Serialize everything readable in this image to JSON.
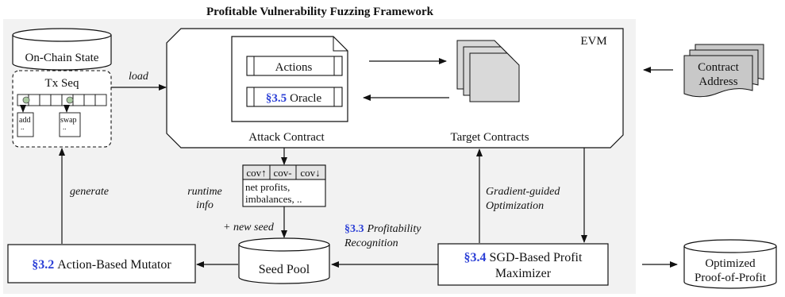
{
  "title": "Profitable Vulnerability Fuzzing Framework",
  "onchain": {
    "label": "On-Chain State"
  },
  "txseq": {
    "title": "Tx Seq",
    "item1": "add",
    "item2": "swap",
    "dots": ".."
  },
  "evm": {
    "label": "EVM",
    "actions": "Actions",
    "oracle_sec": "§3.5",
    "oracle": "Oracle",
    "attack_contract": "Attack Contract",
    "target_contracts": "Target Contracts"
  },
  "contract_address": {
    "line1": "Contract",
    "line2": "Address"
  },
  "runtime_table": {
    "headers": [
      "cov↑",
      "cov-",
      "cov↓"
    ],
    "line1": "net profits,",
    "line2": "imbalances, .."
  },
  "edges": {
    "load": "load",
    "generate": "generate",
    "runtime1": "runtime",
    "runtime2": "info",
    "new_seed": "+ new seed",
    "profit_sec": "§3.3",
    "profit1": "Profitability",
    "profit2": "Recognition",
    "gradient1": "Gradient-guided",
    "gradient2": "Optimization"
  },
  "mutator": {
    "sec": "§3.2",
    "label": "Action-Based Mutator"
  },
  "seed_pool": {
    "label": "Seed Pool"
  },
  "maximizer": {
    "sec": "§3.4",
    "line1": "SGD-Based Profit",
    "line2": "Maximizer"
  },
  "output": {
    "line1": "Optimized",
    "line2": "Proof-of-Profit"
  }
}
